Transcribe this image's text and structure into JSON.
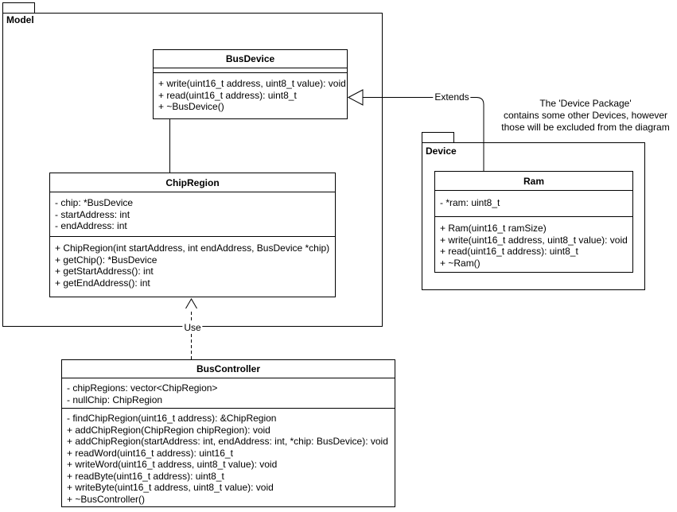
{
  "colors": {
    "stroke": "#000000",
    "background": "#ffffff",
    "text": "#000000"
  },
  "packages": {
    "model": {
      "label": "Model"
    },
    "device": {
      "label": "Device"
    }
  },
  "classes": {
    "bus_device": {
      "title": "BusDevice",
      "attributes": [],
      "methods": [
        "+ write(uint16_t address, uint8_t value): void",
        "+ read(uint16_t address): uint8_t",
        "+ ~BusDevice()"
      ]
    },
    "chip_region": {
      "title": "ChipRegion",
      "attributes": [
        "- chip: *BusDevice",
        "- startAddress: int",
        "- endAddress: int"
      ],
      "methods": [
        "+ ChipRegion(int startAddress, int endAddress, BusDevice *chip)",
        "+ getChip(): *BusDevice",
        "+ getStartAddress(): int",
        "+ getEndAddress(): int"
      ]
    },
    "ram": {
      "title": "Ram",
      "attributes": [
        "- *ram: uint8_t"
      ],
      "methods": [
        "+ Ram(uint16_t ramSize)",
        "+ write(uint16_t address, uint8_t value): void",
        "+ read(uint16_t address): uint8_t",
        "+ ~Ram()"
      ]
    },
    "bus_controller": {
      "title": "BusController",
      "attributes": [
        "- chipRegions: vector<ChipRegion>",
        "- nullChip: ChipRegion"
      ],
      "methods": [
        "- findChipRegion(uint16_t address): &ChipRegion",
        "+ addChipRegion(ChipRegion chipRegion): void",
        "+ addChipRegion(startAddress: int, endAddress: int, *chip: BusDevice): void",
        "+ readWord(uint16_t address): uint16_t",
        "+ writeWord(uint16_t address, uint8_t value): void",
        "+ readByte(uint16_t address): uint8_t",
        "+ writeByte(uint16_t address, uint8_t value): void",
        "+ ~BusController()"
      ]
    }
  },
  "edges": {
    "extends": {
      "label": "Extends",
      "type": "generalization"
    },
    "use": {
      "label": "Use",
      "type": "dependency"
    },
    "association": {
      "type": "association"
    }
  },
  "note": {
    "lines": [
      "The 'Device Package'",
      "contains some other Devices, however",
      "those will be excluded from the diagram"
    ]
  }
}
